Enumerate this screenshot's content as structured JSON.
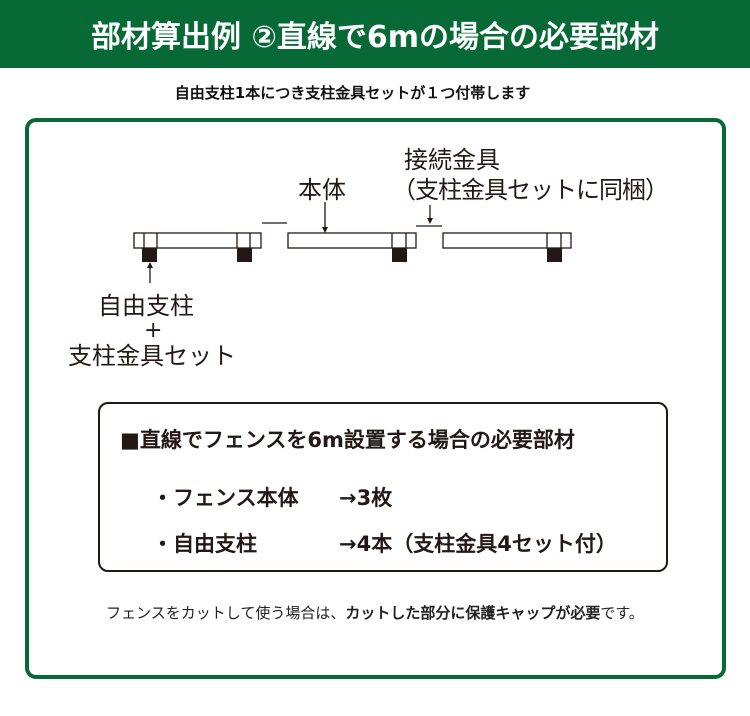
{
  "header": {
    "title": "部材算出例 ②直線で6mの場合の必要部材",
    "background_color": "#076936"
  },
  "subnote": "自由支柱1本につき支柱金具セットが１つ付帯します",
  "frame": {
    "border_color": "#076936"
  },
  "diagram": {
    "label_body": "本体",
    "label_joint_line1": "接続金具",
    "label_joint_line2": "（支柱金具セットに同梱）",
    "label_post_line1": "自由支柱",
    "label_post_plus": "+",
    "label_post_line2": "支柱金具セット",
    "panels_count": 3,
    "posts_count": 4
  },
  "requirements": {
    "title": "■直線でフェンスを6m設置する場合の必要部材",
    "items": [
      {
        "name": "・フェンス本体",
        "qty": "→3枚"
      },
      {
        "name": "・自由支柱",
        "qty": "→4本（支柱金具4セット付）"
      }
    ]
  },
  "footnote": {
    "part1": "フェンスをカットして使う場合は、",
    "part2_bold": "カットした部分に保護キャップが必要",
    "part3": "です。"
  }
}
